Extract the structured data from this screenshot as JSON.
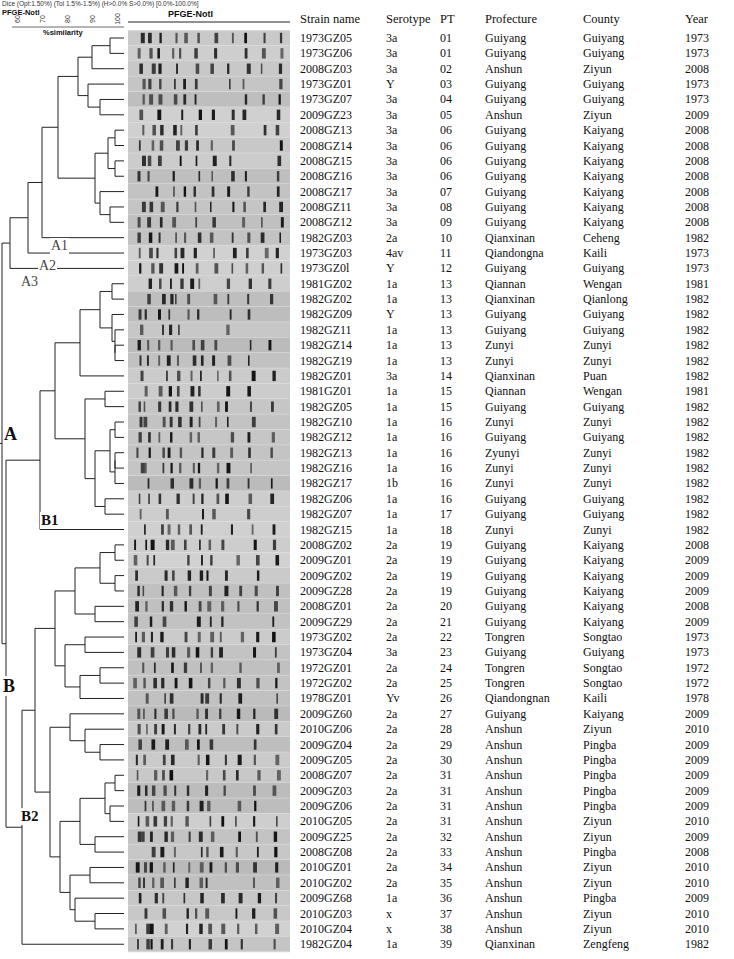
{
  "diagram": {
    "labels": [
      "Dice (Opt:1.50%) (Tol 1.5%-1.5%) (H>0.0% S>0.0%) [0.0%-100.0%]",
      "PFGE-NotI",
      "%similarity",
      "PFGE-NotI",
      "60",
      "70",
      "80",
      "90",
      "100",
      "A",
      "A1",
      "A2",
      "A3",
      "B",
      "B1",
      "B2",
      "Strain name",
      "Serotype",
      "PT",
      "Profecture",
      "County",
      "Year",
      "1973GZ05",
      "3a",
      "01",
      "Guiyang",
      "Guiyang",
      "1973",
      "1973GZ06",
      "3a",
      "01",
      "Guiyang",
      "Guiyang",
      "1973",
      "2008GZ03",
      "3a",
      "02",
      "Anshun",
      "Ziyun",
      "2008",
      "1973GZ01",
      "Y",
      "03",
      "Guiyang",
      "Guiyang",
      "1973",
      "1973GZ07",
      "3a",
      "04",
      "Guiyang",
      "Guiyang",
      "1973",
      "2009GZ23",
      "3a",
      "05",
      "Anshun",
      "Ziyun",
      "2009",
      "2008GZ13",
      "3a",
      "06",
      "Guiyang",
      "Kaiyang",
      "2008",
      "2008GZ14",
      "3a",
      "06",
      "Guiyang",
      "Kaiyang",
      "2008",
      "2008GZ15",
      "3a",
      "06",
      "Guiyang",
      "Kaiyang",
      "2008",
      "2008GZ16",
      "3a",
      "06",
      "Guiyang",
      "Kaiyang",
      "2008",
      "2008GZ17",
      "3a",
      "07",
      "Guiyang",
      "Kaiyang",
      "2008",
      "2008GZ11",
      "3a",
      "08",
      "Guiyang",
      "Kaiyang",
      "2008",
      "2008GZ12",
      "3a",
      "09",
      "Guiyang",
      "Kaiyang",
      "2008",
      "1982GZ03",
      "2a",
      "10",
      "Qianxinan",
      "Ceheng",
      "1982",
      "1973GZ03",
      "4av",
      "11",
      "Qiandongna",
      "Kaili",
      "1973",
      "1973GZ0l",
      "Y",
      "12",
      "Guiyang",
      "Guiyang",
      "1973",
      "1981GZ02",
      "1a",
      "13",
      "Qiannan",
      "Wengan",
      "1981",
      "1982GZ02",
      "1a",
      "13",
      "Qianxinan",
      "Qianlong",
      "1982",
      "1982GZ09",
      "Y",
      "13",
      "Guiyang",
      "Guiyang",
      "1982",
      "1982GZ11",
      "1a",
      "13",
      "Guiyang",
      "Guiyang",
      "1982",
      "1982GZ14",
      "1a",
      "13",
      "Zunyi",
      "Zunyi",
      "1982",
      "1982GZ19",
      "1a",
      "13",
      "Zunyi",
      "Zunyi",
      "1982",
      "1982GZ01",
      "3a",
      "14",
      "Qianxinan",
      "Puan",
      "1982",
      "1981GZ01",
      "1a",
      "15",
      "Qiannan",
      "Wengan",
      "1981",
      "1982GZ05",
      "1a",
      "15",
      "Guiyang",
      "Guiyang",
      "1982",
      "1982GZ10",
      "1a",
      "16",
      "Zunyi",
      "Zunyi",
      "1982",
      "1982GZ12",
      "1a",
      "16",
      "Guiyang",
      "Guiyang",
      "1982",
      "1982GZ13",
      "1a",
      "16",
      "Zyunyi",
      "Zunyi",
      "1982",
      "1982GZ16",
      "1a",
      "16",
      "Zunyi",
      "Zunyi",
      "1982",
      "1982GZ17",
      "1b",
      "16",
      "Zunyi",
      "Zunyi",
      "1982",
      "1982GZ06",
      "1a",
      "16",
      "Guiyang",
      "Guiyang",
      "1982",
      "1982GZ07",
      "1a",
      "17",
      "Guiyang",
      "Guiyang",
      "1982",
      "1982GZ15",
      "1a",
      "18",
      "Zunyi",
      "Zunyi",
      "1982",
      "2008GZ02",
      "2a",
      "19",
      "Guiyang",
      "Kaiyang",
      "2008",
      "2009GZ01",
      "2a",
      "19",
      "Guiyang",
      "Kaiyang",
      "2009",
      "2009GZ02",
      "2a",
      "19",
      "Guiyang",
      "Kaiyang",
      "2009",
      "2009GZ28",
      "2a",
      "19",
      "Guiyang",
      "Kaiyang",
      "2009",
      "2008GZ01",
      "2a",
      "20",
      "Guiyang",
      "Kaiyang",
      "2008",
      "2009GZ29",
      "2a",
      "21",
      "Guiyang",
      "Kaiyang",
      "2009",
      "1973GZ02",
      "2a",
      "22",
      "Tongren",
      "Songtao",
      "1973",
      "1973GZ04",
      "3a",
      "23",
      "Guiyang",
      "Guiyang",
      "1973",
      "1972GZ01",
      "2a",
      "24",
      "Tongren",
      "Songtao",
      "1972",
      "1972GZ02",
      "2a",
      "25",
      "Tongren",
      "Songtao",
      "1972",
      "1978GZ01",
      "Yv",
      "26",
      "Qiandongnan",
      "Kaili",
      "1978",
      "2009GZ60",
      "2a",
      "27",
      "Guiyang",
      "Kaiyang",
      "2009",
      "2010GZ06",
      "2a",
      "28",
      "Anshun",
      "Ziyun",
      "2010",
      "2009GZ04",
      "2a",
      "29",
      "Anshun",
      "Pingba",
      "2009",
      "2009GZ05",
      "2a",
      "30",
      "Anshun",
      "Pingba",
      "2009",
      "2008GZ07",
      "2a",
      "31",
      "Anshun",
      "Pingba",
      "2009",
      "2009GZ03",
      "2a",
      "31",
      "Anshun",
      "Pingba",
      "2009",
      "2009GZ06",
      "2a",
      "31",
      "Anshun",
      "Pingba",
      "2009",
      "2010GZ05",
      "2a",
      "31",
      "Anshun",
      "Ziyun",
      "2010",
      "2009GZ25",
      "2a",
      "32",
      "Anshun",
      "Ziyun",
      "2009",
      "2008GZ08",
      "2a",
      "33",
      "Anshun",
      "Pingba",
      "2008",
      "2010GZ01",
      "2a",
      "34",
      "Anshun",
      "Ziyun",
      "2010",
      "2010GZ02",
      "2a",
      "35",
      "Anshun",
      "Ziyun",
      "2010",
      "2009GZ68",
      "1a",
      "36",
      "Anshun",
      "Pingba",
      "2009",
      "2010GZ03",
      "x",
      "37",
      "Anshun",
      "Ziyun",
      "2010",
      "2010GZ04",
      "x",
      "38",
      "Anshun",
      "Ziyun",
      "2010",
      "1982GZ04",
      "1a",
      "39",
      "Qianxinan",
      "Zengfeng",
      "1982"
    ]
  }
}
